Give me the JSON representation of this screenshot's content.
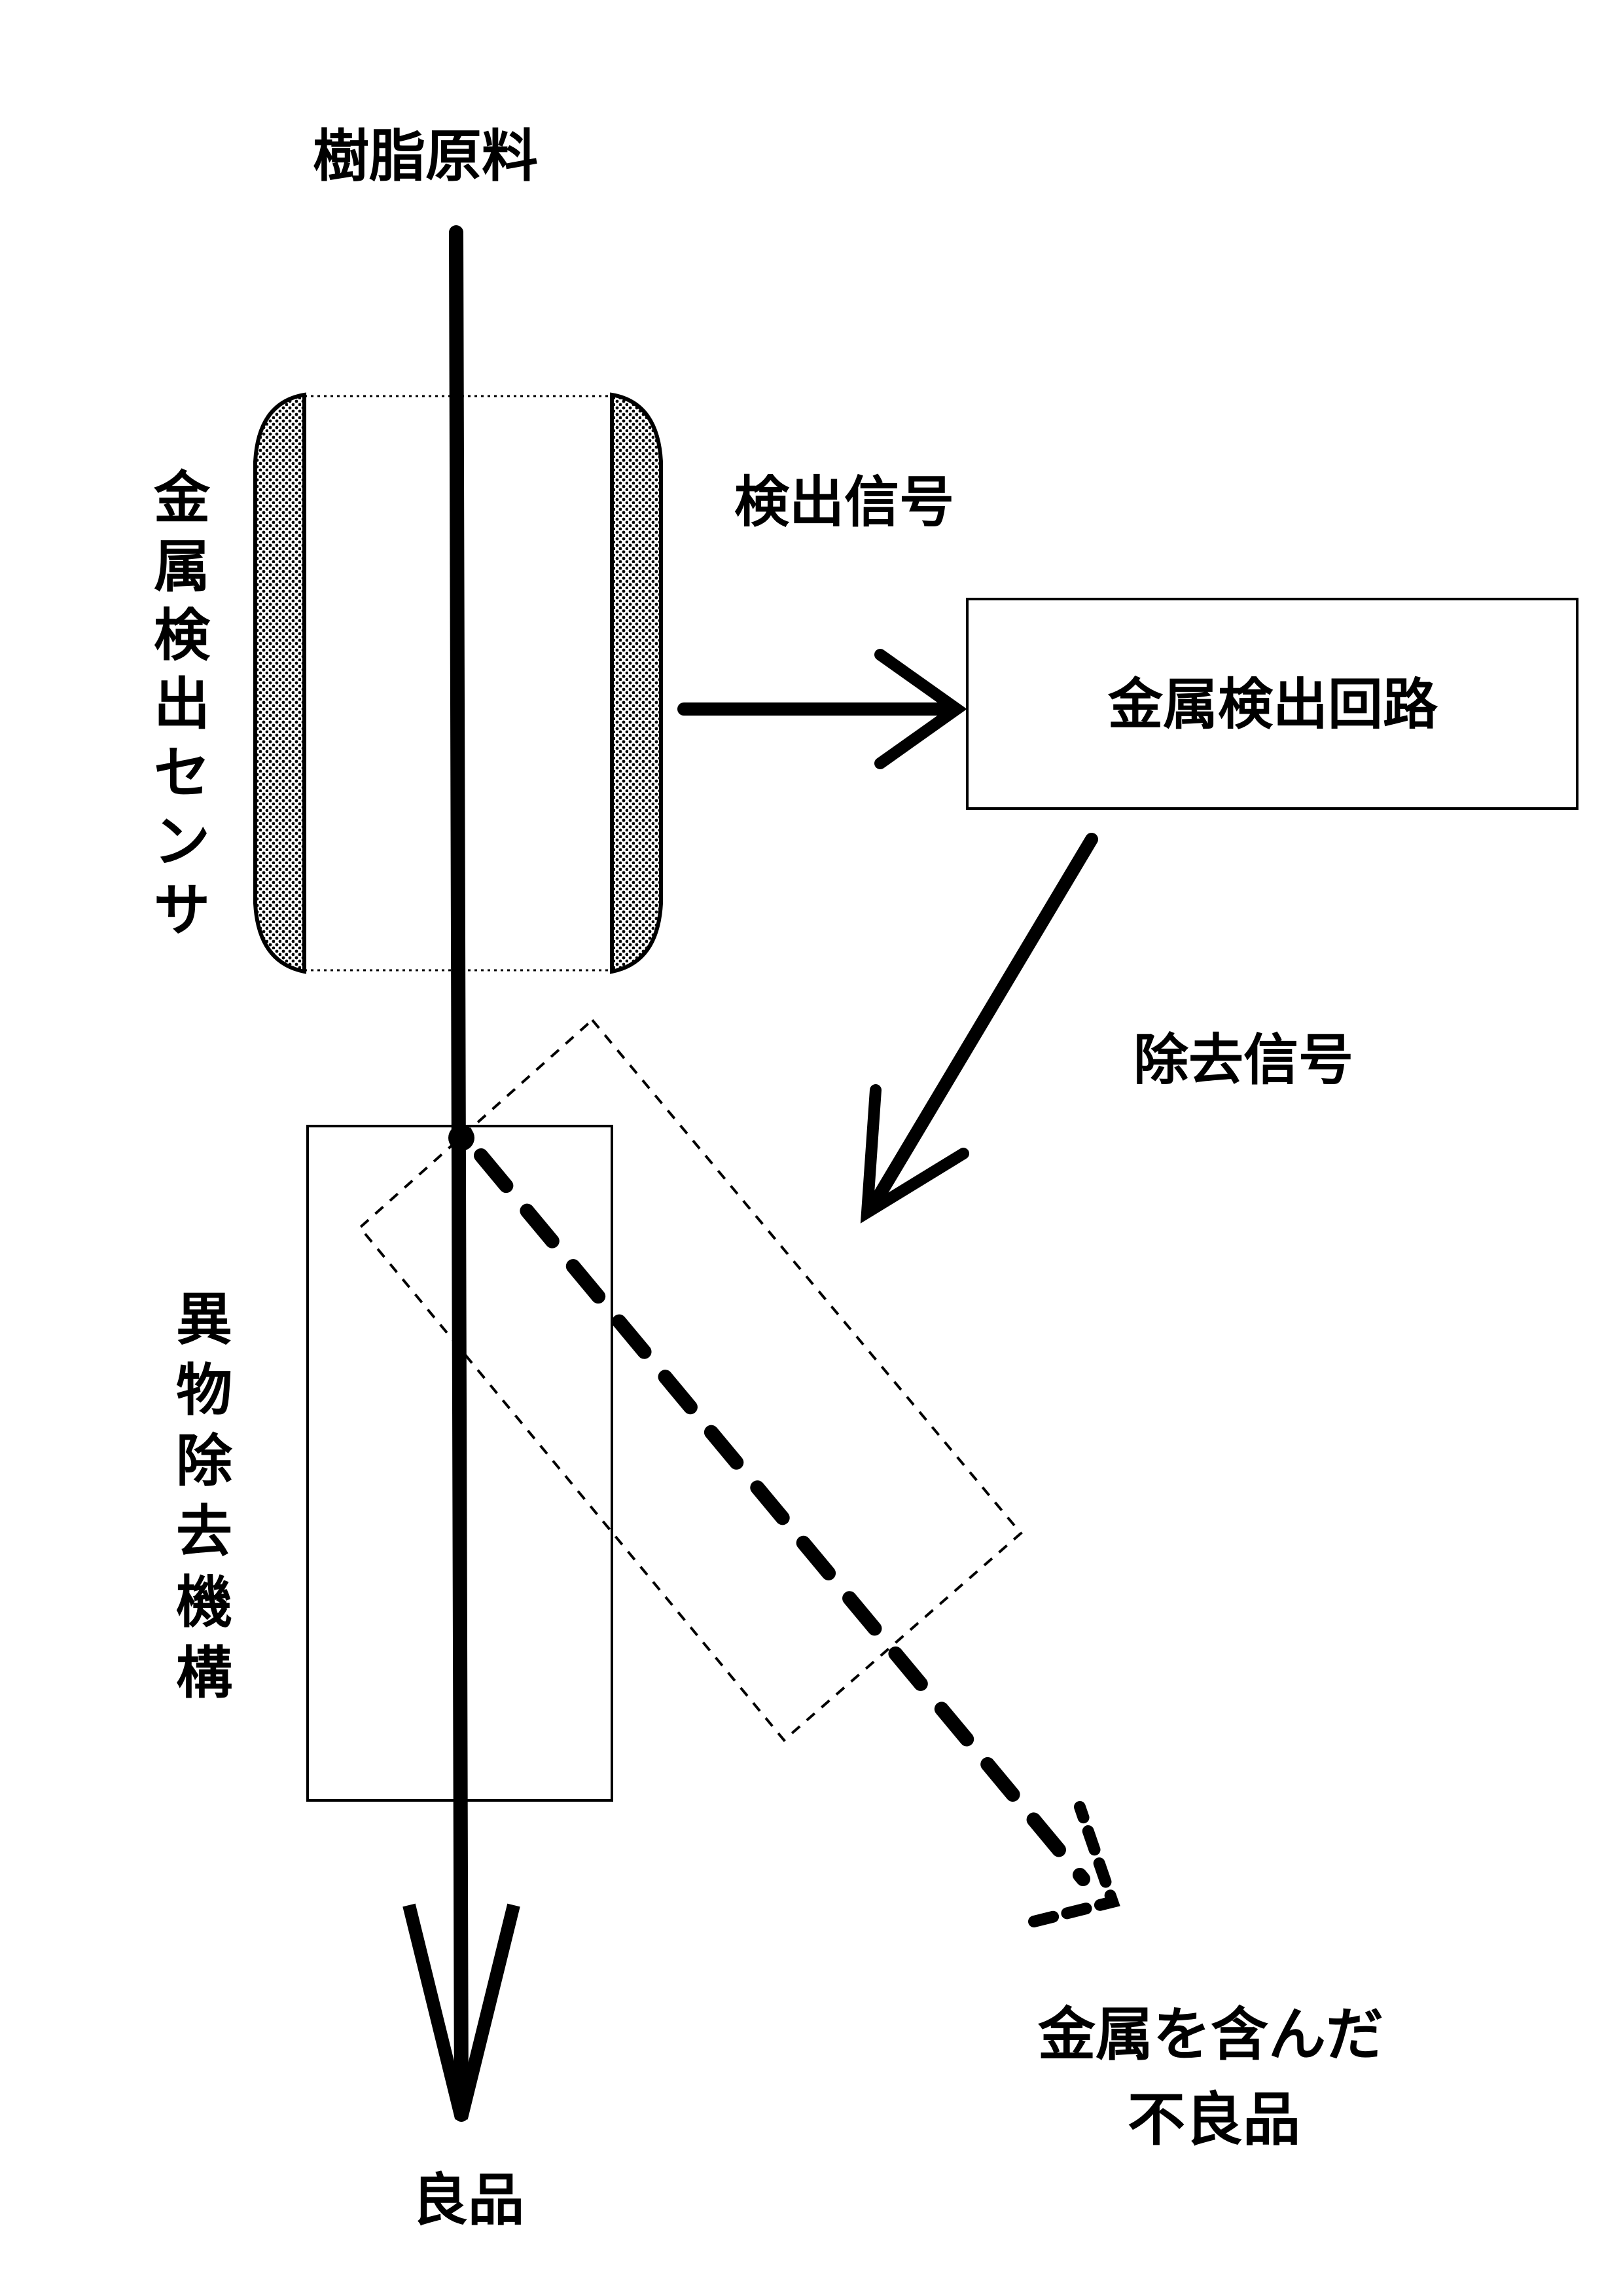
{
  "labels": {
    "resin_material": "樹脂原料",
    "metal_sensor": "金属検出センサ",
    "detection_signal": "検出信号",
    "metal_detection_circuit": "金属検出回路",
    "removal_signal": "除去信号",
    "foreign_removal_mechanism": "異物除去機構",
    "good_product": "良品",
    "defect_line1": "金属を含んだ",
    "defect_line2": "不良品"
  },
  "colors": {
    "ink": "#000000",
    "background": "#ffffff"
  }
}
